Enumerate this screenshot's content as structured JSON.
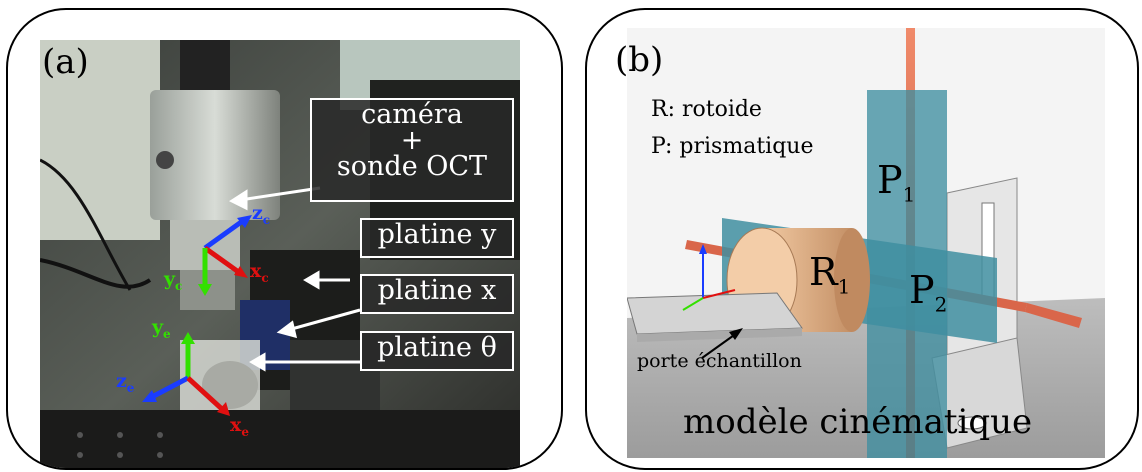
{
  "panel_a": {
    "label": "(a)",
    "camera_box": {
      "line1": "caméra",
      "line2": "+",
      "line3": "sonde OCT"
    },
    "stage_y": "platine y",
    "stage_x": "platine x",
    "stage_theta": "platine θ",
    "axes": {
      "zc": "z",
      "zc_sub": "c",
      "xc": "x",
      "xc_sub": "c",
      "yc": "y",
      "yc_sub": "c",
      "ye": "y",
      "ye_sub": "e",
      "ze": "z",
      "ze_sub": "e",
      "xe": "x",
      "xe_sub": "e"
    }
  },
  "panel_b": {
    "label": "(b)",
    "legend_r": "R: rotoide",
    "legend_p": "P: prismatique",
    "p1": "P",
    "p1_sub": "1",
    "r1": "R",
    "r1_sub": "1",
    "p2": "P",
    "p2_sub": "2",
    "sample_holder": "porte échantillon",
    "caption": "modèle cinématique"
  },
  "colors": {
    "axis_blue": "#1a3cff",
    "axis_red": "#e01010",
    "axis_green": "#33e000",
    "prism_blue": "#3f8ea0",
    "rod": "#d9664a"
  }
}
